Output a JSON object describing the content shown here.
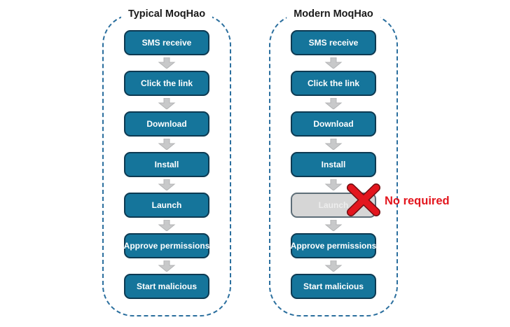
{
  "colors": {
    "box_fill": "#15759b",
    "box_border": "#0d3a52",
    "box_text": "#ffffff",
    "disabled_fill": "#d6d6d6",
    "disabled_border": "#5e6e78",
    "disabled_text": "#ededed",
    "container_border": "#2b6f9e",
    "arrow_gray": "#c8c9ca",
    "annotation_red": "#e3161e",
    "background": "#ffffff"
  },
  "columns": [
    {
      "title": "Typical MoqHao",
      "steps": [
        {
          "label": "SMS receive"
        },
        {
          "label": "Click the link"
        },
        {
          "label": "Download"
        },
        {
          "label": "Install"
        },
        {
          "label": "Launch"
        },
        {
          "label": "Approve permissions"
        },
        {
          "label": "Start malicious"
        }
      ]
    },
    {
      "title": "Modern MoqHao",
      "steps": [
        {
          "label": "SMS receive"
        },
        {
          "label": "Click the link"
        },
        {
          "label": "Download"
        },
        {
          "label": "Install"
        },
        {
          "label": "Launch",
          "state": "skipped"
        },
        {
          "label": "Approve permissions"
        },
        {
          "label": "Start malicious"
        }
      ]
    }
  ],
  "annotation": {
    "label": "No required"
  }
}
